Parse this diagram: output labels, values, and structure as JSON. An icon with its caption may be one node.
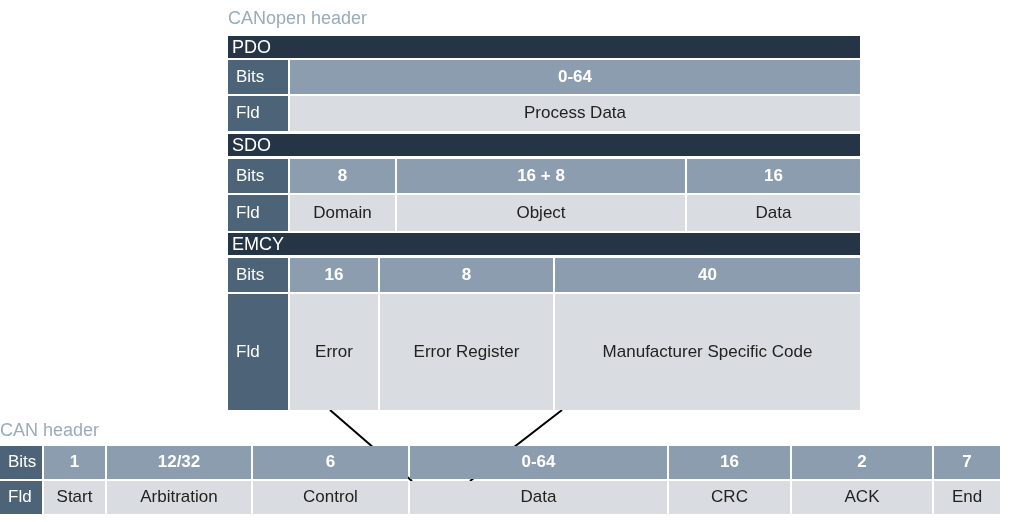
{
  "diagram": {
    "nodes": [
      {
        "text": [
          "CANopen header"
        ]
      },
      {
        "text": [
          "PDO"
        ],
        "in": 0
      },
      {
        "text": [
          "SDO"
        ],
        "in": 0
      },
      {
        "text": [
          "EMCY"
        ],
        "in": 0
      },
      {
        "text": [
          "CAN header"
        ]
      },
      {
        "text": [
          "Data"
        ],
        "in": 4
      }
    ],
    "edges": [
      {
        "from": 5,
        "to": 0,
        "arrow": "none"
      },
      {
        "from": 5,
        "to": 0,
        "arrow": "none"
      }
    ],
    "labels": [
      "Bits",
      "0-64",
      "Fld",
      "Process Data",
      "Bits",
      "8",
      "16 + 8",
      "16",
      "Fld",
      "Domain",
      "Object",
      "Data",
      "Bits",
      "16",
      "8",
      "40",
      "Fld",
      "Error",
      "Error Register",
      "Manufacturer Specific Code",
      "Bits",
      "1",
      "12/32",
      "6",
      "0-64",
      "16",
      "2",
      "7",
      "Fld",
      "Start",
      "Arbitration",
      "Control",
      "CRC",
      "ACK",
      "End"
    ]
  }
}
